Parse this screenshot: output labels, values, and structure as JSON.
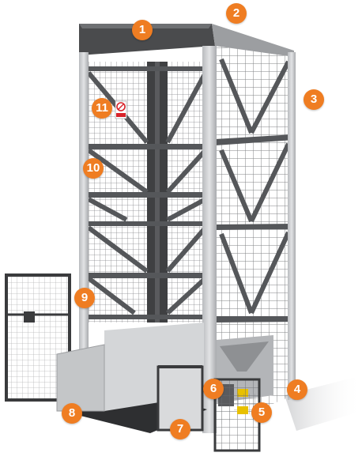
{
  "colors": {
    "callout": "#ef7d22",
    "frame_dark": "#4a4b4d",
    "frame_light": "#c9cbcd",
    "mesh": "#6b6d70",
    "panel": "#d4d6d8",
    "floor": "#2e2f31",
    "sign_red": "#d8232a"
  },
  "callouts": [
    {
      "id": "1",
      "label": "1"
    },
    {
      "id": "2",
      "label": "2"
    },
    {
      "id": "3",
      "label": "3"
    },
    {
      "id": "4",
      "label": "4"
    },
    {
      "id": "5",
      "label": "5"
    },
    {
      "id": "6",
      "label": "6"
    },
    {
      "id": "7",
      "label": "7"
    },
    {
      "id": "8",
      "label": "8"
    },
    {
      "id": "9",
      "label": "9"
    },
    {
      "id": "10",
      "label": "10"
    },
    {
      "id": "11",
      "label": "11"
    }
  ]
}
